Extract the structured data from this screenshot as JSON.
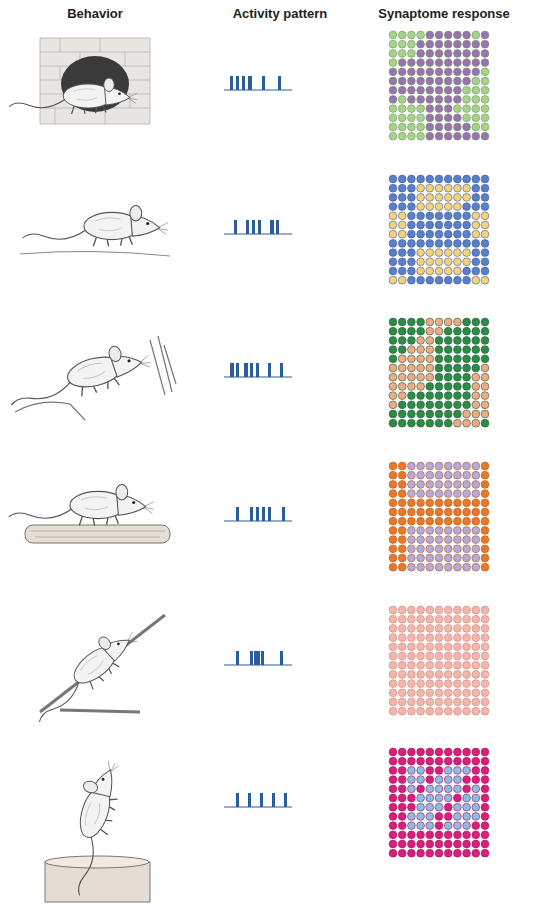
{
  "diagram": {
    "labels": [
      "Behavior",
      "Activity pattern",
      "Synaptome response"
    ]
  }
}
